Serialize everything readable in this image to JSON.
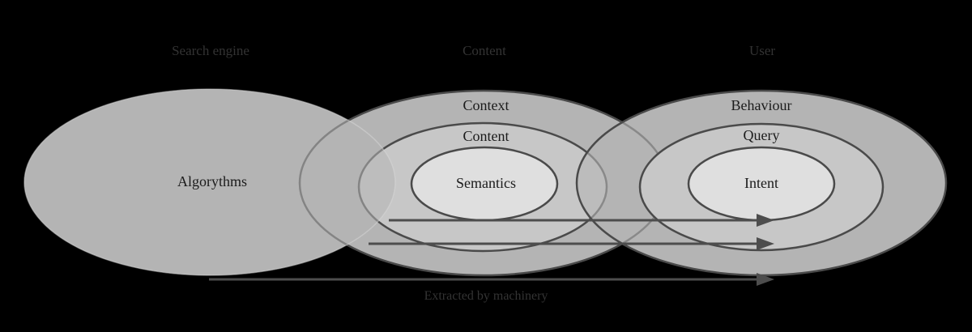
{
  "headers": {
    "left": "Search engine",
    "middle": "Content",
    "right": "User"
  },
  "ellipses": {
    "left": {
      "label": "Algorythms"
    },
    "middle": {
      "outer_label": "Context",
      "mid_label": "Content",
      "inner_label": "Semantics"
    },
    "right": {
      "outer_label": "Behaviour",
      "mid_label": "Query",
      "inner_label": "Intent"
    }
  },
  "caption": "Extracted by machinery",
  "colors": {
    "background": "#000000",
    "fill_outer": "#b4b4b4",
    "fill_mid": "#c7c7c7",
    "fill_inner": "#dfdfdf",
    "stroke": "#4a4a4a",
    "arrow": "#4d4d4d",
    "label_text": "#1b1b1b",
    "dim_text": "#333333"
  }
}
